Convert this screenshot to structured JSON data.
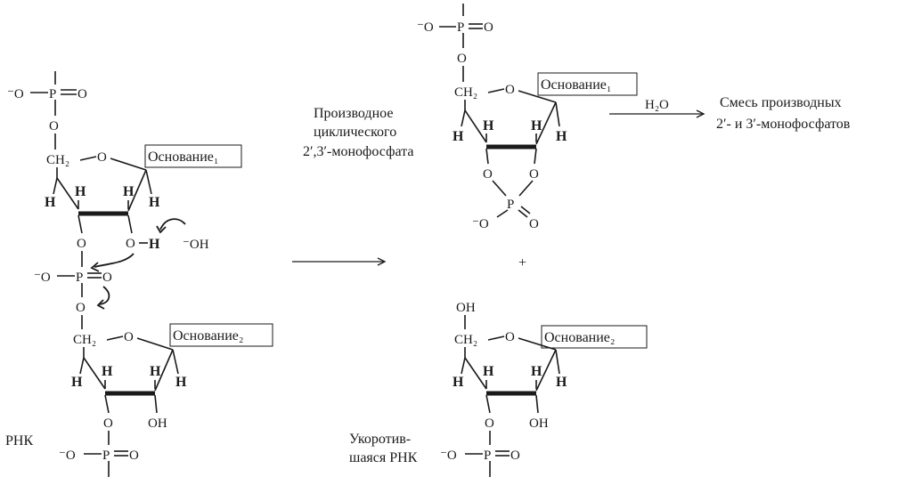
{
  "labels": {
    "rna": "РНК",
    "cyclic_line1": "Производное",
    "cyclic_line2": "циклического",
    "cyclic_line3": "2′,3′-монофосфата",
    "shortened_line1": "Укоротив-",
    "shortened_line2": "шаяся РНК",
    "mixture_line1": "Смесь производных",
    "mixture_line2": "2′- и 3′-монофосфатов",
    "water": "H₂O",
    "plus": "+"
  },
  "bases": {
    "base1": "Основание₁",
    "base2": "Основание₂"
  },
  "atoms": {
    "minus_o": "⁻O",
    "o": "O",
    "p": "P",
    "ch2": "CH₂",
    "h": "H",
    "oh": "OH",
    "hydroxide": "⁻OH",
    "o_h": "O–H"
  }
}
